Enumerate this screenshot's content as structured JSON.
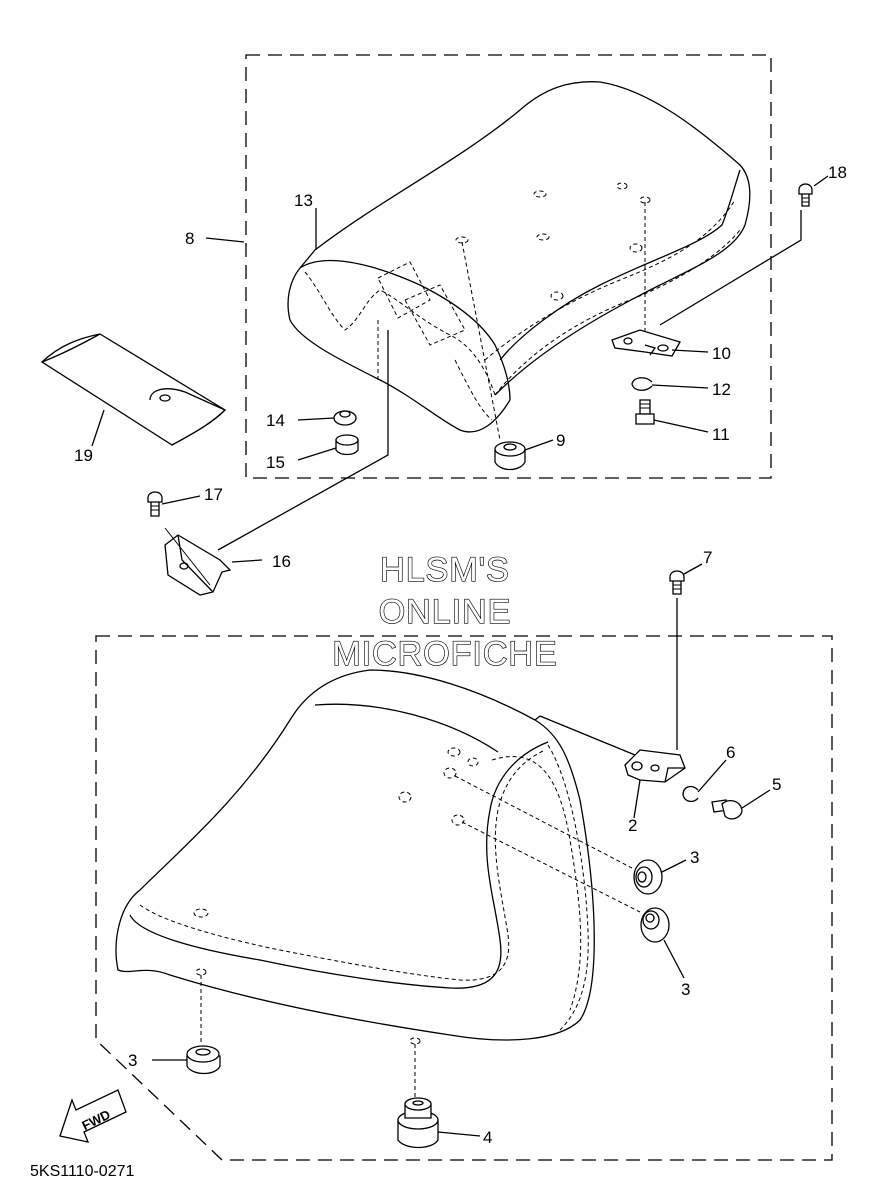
{
  "diagram": {
    "drawing_code": "5KS1110-0271",
    "watermark": [
      "HLSM'S",
      "ONLINE",
      "MICROFICHE"
    ],
    "fwd_label": "FWD",
    "callouts": {
      "c1": "13",
      "c2": "8",
      "c3": "18",
      "c4": "10",
      "c5": "12",
      "c6": "11",
      "c7": "14",
      "c8": "15",
      "c9": "9",
      "c10": "19",
      "c11": "17",
      "c12": "16",
      "c13": "7",
      "c14": "6",
      "c15": "5",
      "c16": "2",
      "c17": "3",
      "c18": "3",
      "c19": "3",
      "c20": "4"
    }
  }
}
